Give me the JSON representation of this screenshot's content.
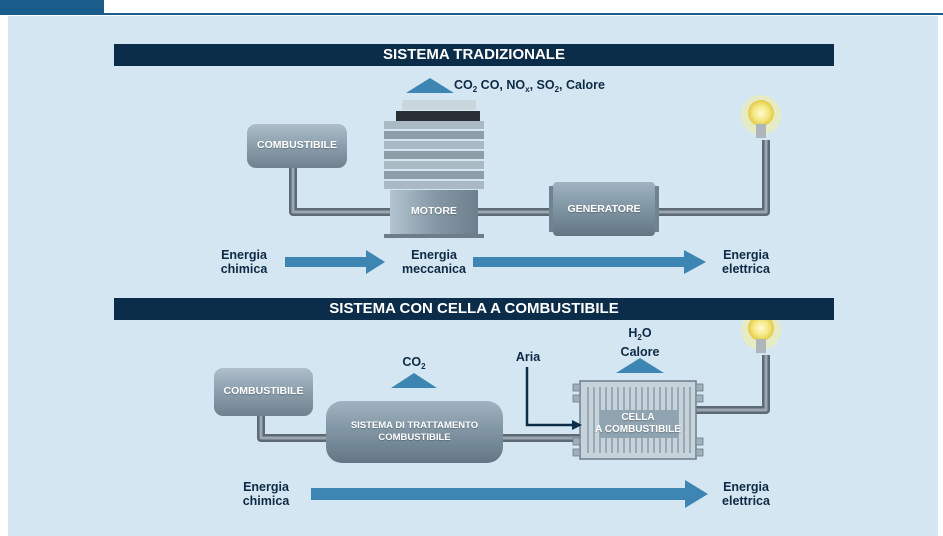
{
  "traditional": {
    "title": "SISTEMA TRADIZIONALE",
    "emissions": {
      "co2_main": "CO",
      "co2_sub": "2",
      "co_nox": " CO, NO",
      "nox_sub": "x",
      "so2_main": ", SO",
      "so2_sub": "2",
      "calore": ", Calore"
    },
    "combustibile": "COMBUSTIBILE",
    "motore": "MOTORE",
    "generatore": "GENERATORE",
    "energia_chimica": {
      "line1": "Energia",
      "line2": "chimica"
    },
    "energia_meccanica": {
      "line1": "Energia",
      "line2": "meccanica"
    },
    "energia_elettrica": {
      "line1": "Energia",
      "line2": "elettrica"
    }
  },
  "fuel_cell": {
    "title": "SISTEMA CON CELLA A COMBUSTIBILE",
    "co2": {
      "main": "CO",
      "sub": "2"
    },
    "aria": "Aria",
    "h2o": {
      "main": "H",
      "sub": "2",
      "tail": "O"
    },
    "calore": "Calore",
    "combustibile": "COMBUSTIBILE",
    "trattamento": {
      "line1": "SISTEMA DI TRATTAMENTO",
      "line2": "COMBUSTIBILE"
    },
    "cella": {
      "line1": "CELLA",
      "line2": "A COMBUSTIBILE"
    },
    "energia_chimica": {
      "line1": "Energia",
      "line2": "chimica"
    },
    "energia_elettrica": {
      "line1": "Energia",
      "line2": "elettrica"
    }
  },
  "colors": {
    "panel": "#d3e6f1",
    "banner": "#0c2d4a",
    "arrow": "#3d86b3",
    "pipe": "#6a7680",
    "bulb": "#f1e26a"
  }
}
